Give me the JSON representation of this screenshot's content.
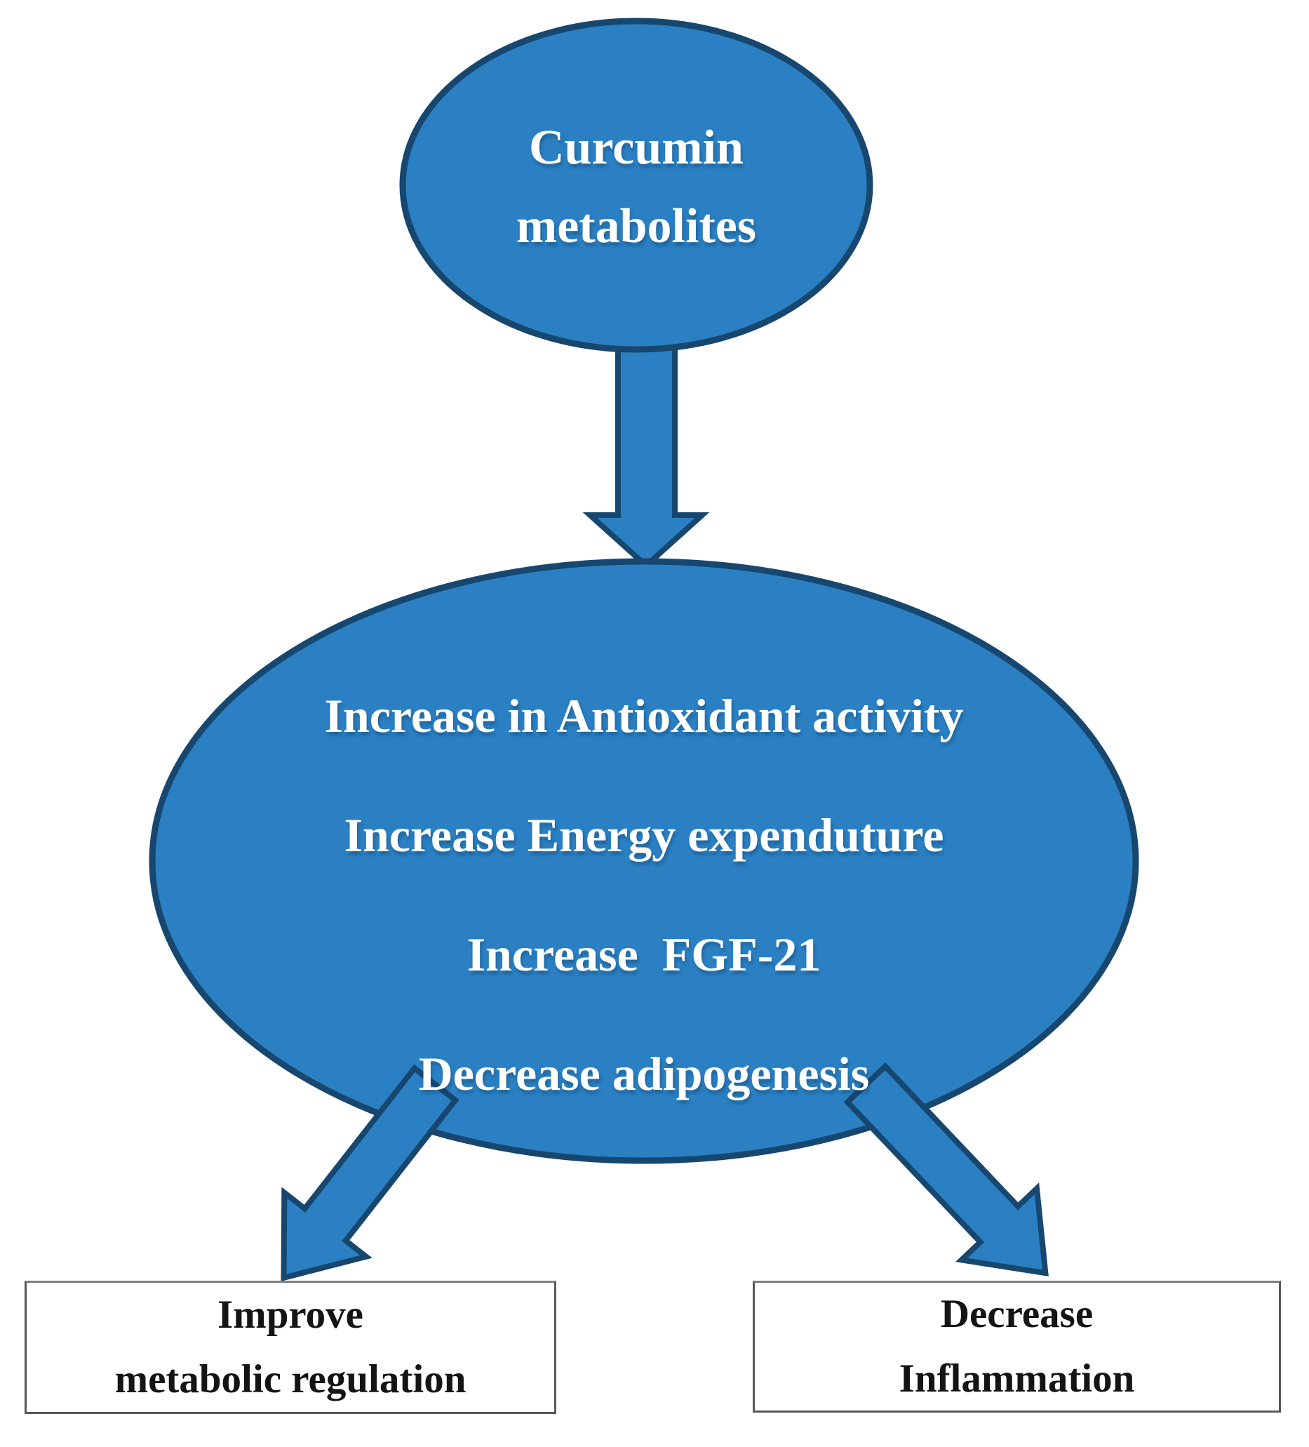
{
  "diagram": {
    "title_implicit": "Curcumin metabolites pathway diagram",
    "colors": {
      "background": "#ffffff",
      "shape_fill": "#2a80c3",
      "shape_border": "#17476f",
      "shape_text": "#ffffff",
      "box_border": "#595959",
      "box_text": "#141414"
    },
    "top_ellipse": {
      "lines": [
        "Curcumin",
        "metabolites"
      ]
    },
    "middle_ellipse": {
      "lines": [
        "Increase in Antioxidant activity",
        "Increase Energy expenduture",
        "Increase  FGF-21",
        "Decrease adipogenesis"
      ]
    },
    "boxes": {
      "left": {
        "lines": [
          "Improve",
          "metabolic regulation"
        ]
      },
      "right": {
        "lines": [
          "Decrease",
          "Inflammation"
        ]
      }
    },
    "arrows": [
      "curcumin-metabolites-to-effects",
      "effects-to-improve-metabolic-regulation",
      "effects-to-decrease-inflammation"
    ]
  }
}
